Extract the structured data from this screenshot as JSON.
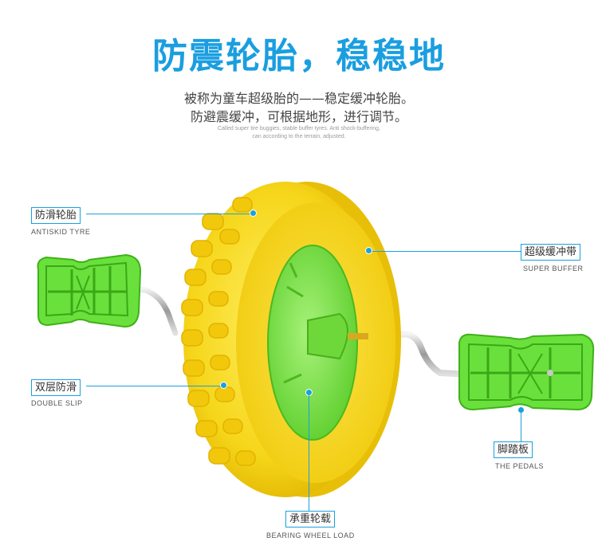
{
  "title": "防震轮胎，稳稳地",
  "subtitle_line1": "被称为童车超级胎的——稳定缓冲轮胎。",
  "subtitle_line2": "防避震缓冲，可根据地形，进行调节。",
  "english_line1": "Called super tire buggies, stable buffer tyres. Anti shock-buffering,",
  "english_line2": "can according to the terrain, adjusted.",
  "callouts": {
    "antiskid": {
      "cn": "防滑轮胎",
      "en": "ANTISKID TYRE"
    },
    "super_buffer": {
      "cn": "超级缓冲带",
      "en": "SUPER BUFFER"
    },
    "double_slip": {
      "cn": "双层防滑",
      "en": "DOUBLE SLIP"
    },
    "pedals": {
      "cn": "脚踏板",
      "en": "THE PEDALS"
    },
    "bearing": {
      "cn": "承重轮载",
      "en": "BEARING WHEEL LOAD"
    }
  },
  "colors": {
    "accent": "#1aa0de",
    "tire": "#f6d61a",
    "hub": "#7ee04a",
    "pedal": "#5fd93a"
  }
}
